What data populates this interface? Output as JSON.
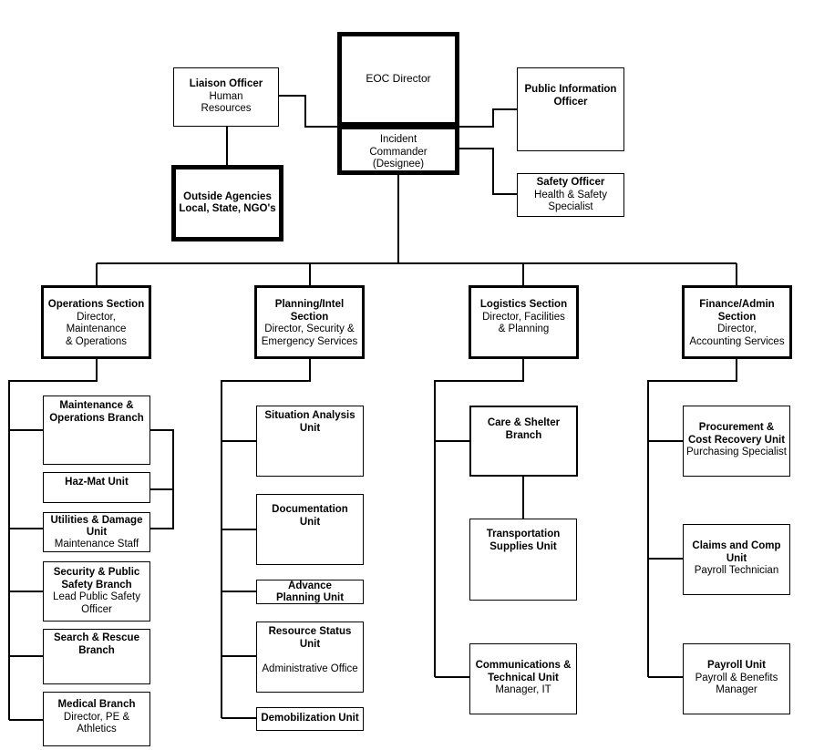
{
  "command": {
    "eoc_director": "EOC Director",
    "incident_commander": {
      "title": "Incident\nCommander",
      "subtitle": "(Designee)"
    },
    "liaison_officer": {
      "title": "Liaison Officer",
      "subtitle": "Human\nResources"
    },
    "outside_agencies": {
      "title": "Outside Agencies\nLocal, State, NGO's"
    },
    "public_information_officer": {
      "title": "Public Information\nOfficer"
    },
    "safety_officer": {
      "title": "Safety Officer",
      "subtitle": "Health & Safety\nSpecialist"
    }
  },
  "sections": {
    "operations": {
      "title": "Operations Section",
      "subtitle": "Director,\nMaintenance\n& Operations"
    },
    "planning": {
      "title": "Planning/Intel\nSection",
      "subtitle": "Director, Security &\nEmergency Services"
    },
    "logistics": {
      "title": "Logistics Section",
      "subtitle": "Director, Facilities\n& Planning"
    },
    "finance": {
      "title": "Finance/Admin\nSection",
      "subtitle": "Director,\nAccounting Services"
    }
  },
  "operations_units": {
    "maintenance_ops": {
      "title": "Maintenance &\nOperations Branch"
    },
    "hazmat": {
      "title": "Haz-Mat Unit"
    },
    "utilities": {
      "title": "Utilities & Damage\nUnit",
      "subtitle": "Maintenance Staff"
    },
    "security": {
      "title": "Security & Public\nSafety Branch",
      "subtitle": "Lead Public Safety\nOfficer"
    },
    "search_rescue": {
      "title": "Search & Rescue\nBranch"
    },
    "medical": {
      "title": "Medical Branch",
      "subtitle": "Director, PE &\nAthletics"
    }
  },
  "planning_units": {
    "situation": {
      "title": "Situation Analysis\nUnit"
    },
    "documentation": {
      "title": "Documentation\nUnit"
    },
    "advance_planning": {
      "title": "Advance\nPlanning Unit"
    },
    "resource_status": {
      "title": "Resource Status\nUnit",
      "subtitle": "Administrative Office"
    },
    "demobilization": {
      "title": "Demobilization Unit"
    }
  },
  "logistics_units": {
    "care_shelter": {
      "title": "Care & Shelter\nBranch"
    },
    "transportation": {
      "title": "Transportation\nSupplies Unit"
    },
    "communications": {
      "title": "Communications &\nTechnical Unit",
      "subtitle": "Manager, IT"
    }
  },
  "finance_units": {
    "procurement": {
      "title": "Procurement &\nCost Recovery Unit",
      "subtitle": "Purchasing Specialist"
    },
    "claims": {
      "title": "Claims and Comp\nUnit",
      "subtitle": "Payroll Technician"
    },
    "payroll": {
      "title": "Payroll Unit",
      "subtitle": "Payroll & Benefits\nManager"
    }
  }
}
